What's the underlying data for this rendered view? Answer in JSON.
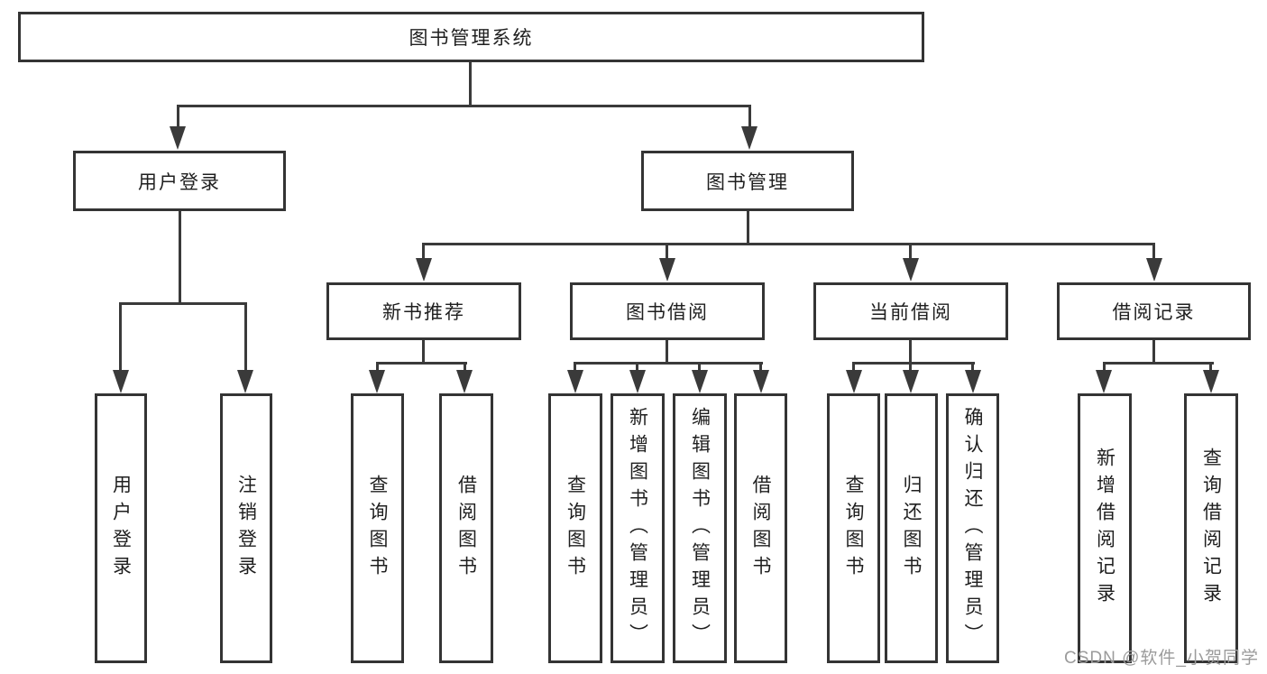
{
  "diagram": {
    "type": "org-tree",
    "watermark": "CSDN @软件_小贺同学",
    "colors": {
      "line": "#3a3a3a",
      "box_border": "#343434",
      "box_fill": "#ffffff",
      "text": "#1f1f1f",
      "background": "#ffffff",
      "watermark": "#9b9b9b"
    },
    "tree": {
      "root": {
        "label": "图书管理系统"
      },
      "children": [
        {
          "label": "用户登录",
          "children": [
            {
              "label": "用户登录"
            },
            {
              "label": "注销登录"
            }
          ]
        },
        {
          "label": "图书管理",
          "children": [
            {
              "label": "新书推荐",
              "children": [
                {
                  "label": "查询图书"
                },
                {
                  "label": "借阅图书"
                }
              ]
            },
            {
              "label": "图书借阅",
              "children": [
                {
                  "label": "查询图书"
                },
                {
                  "label": "新增图书（管理员）"
                },
                {
                  "label": "编辑图书（管理员）"
                },
                {
                  "label": "借阅图书"
                }
              ]
            },
            {
              "label": "当前借阅",
              "children": [
                {
                  "label": "查询图书"
                },
                {
                  "label": "归还图书"
                },
                {
                  "label": "确认归还（管理员）"
                }
              ]
            },
            {
              "label": "借阅记录",
              "children": [
                {
                  "label": "新增借阅记录"
                },
                {
                  "label": "查询借阅记录"
                }
              ]
            }
          ]
        }
      ]
    }
  }
}
